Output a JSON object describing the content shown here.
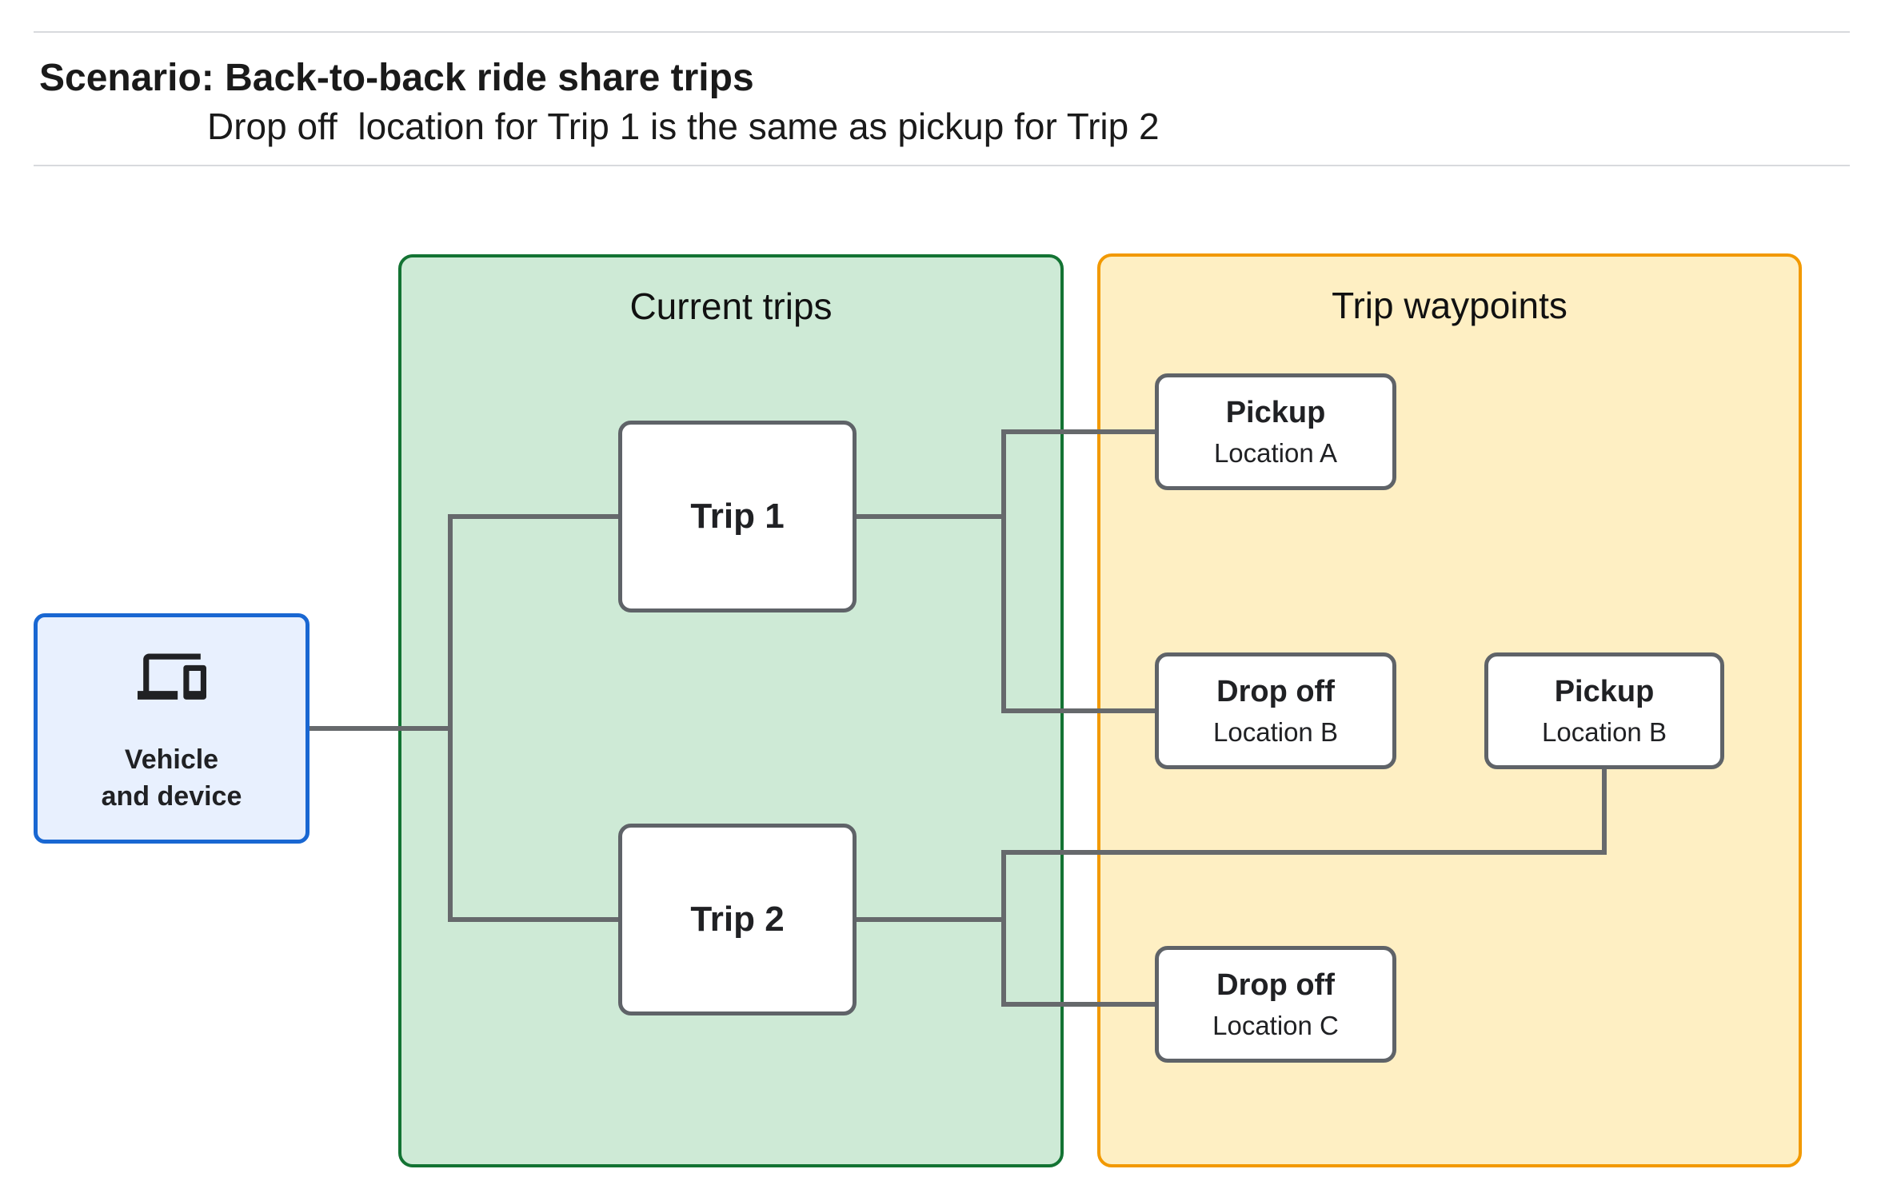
{
  "header": {
    "title": "Scenario: Back-to-back ride share trips",
    "subtitle": "Drop off  location for Trip 1 is the same as pickup for Trip 2"
  },
  "groups": {
    "current_trips": {
      "label": "Current trips"
    },
    "trip_waypoints": {
      "label": "Trip waypoints"
    }
  },
  "nodes": {
    "vehicle": {
      "icon": "devices-icon",
      "label_line1": "Vehicle",
      "label_line2": "and device"
    },
    "trip1": {
      "label": "Trip 1"
    },
    "trip2": {
      "label": "Trip 2"
    },
    "pickup_a": {
      "title": "Pickup",
      "subtitle": "Location A"
    },
    "dropoff_b": {
      "title": "Drop off",
      "subtitle": "Location B"
    },
    "pickup_b": {
      "title": "Pickup",
      "subtitle": "Location B"
    },
    "dropoff_c": {
      "title": "Drop off",
      "subtitle": "Location C"
    }
  },
  "edges": [
    {
      "from": "vehicle",
      "to": "trip1"
    },
    {
      "from": "vehicle",
      "to": "trip2"
    },
    {
      "from": "trip1",
      "to": "pickup_a"
    },
    {
      "from": "trip1",
      "to": "dropoff_b"
    },
    {
      "from": "trip2",
      "to": "pickup_b"
    },
    {
      "from": "trip2",
      "to": "dropoff_c"
    }
  ],
  "colors": {
    "current_trips_fill": "#ceead6",
    "current_trips_border": "#137333",
    "trip_waypoints_fill": "#feefc3",
    "trip_waypoints_border": "#f29900",
    "vehicle_fill": "#e8f0fe",
    "vehicle_border": "#1967d2",
    "node_border": "#5f6368",
    "connector": "#66696c",
    "rule": "#d8dadd",
    "text": "#202124"
  }
}
